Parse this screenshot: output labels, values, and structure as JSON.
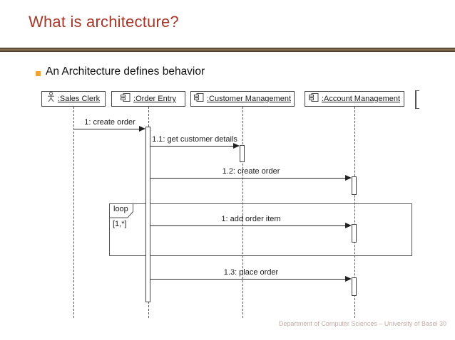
{
  "slide": {
    "title": "What is architecture?",
    "bullet": "An Architecture defines behavior",
    "footer": {
      "text": "Department of Computer Sciences – University of Basel",
      "page": "30"
    }
  },
  "colors": {
    "title": "#a43828",
    "divider": "#6e5a3e",
    "bullet_square": "#efa437",
    "footer_text": "#c3aba7",
    "diagram_stroke": "#4a4a4a"
  },
  "diagram": {
    "type": "uml-sequence",
    "participants": [
      {
        "label": ":Sales Clerk",
        "icon": "actor-icon"
      },
      {
        "label": ":Order Entry",
        "icon": "component-icon"
      },
      {
        "label": ":Customer Management",
        "icon": "component-icon"
      },
      {
        "label": ":Account Management",
        "icon": "component-icon"
      }
    ],
    "messages": [
      {
        "label": "1: create order",
        "from": ":Sales Clerk",
        "to": ":Order Entry"
      },
      {
        "label": "1.1: get customer details",
        "from": ":Order Entry",
        "to": ":Customer Management"
      },
      {
        "label": "1.2: create order",
        "from": ":Order Entry",
        "to": ":Account Management"
      },
      {
        "label": "1: add order item",
        "from": ":Order Entry",
        "to": ":Account Management",
        "inside_fragment": true
      },
      {
        "label": "1.3: place order",
        "from": ":Order Entry",
        "to": ":Account Management"
      }
    ],
    "fragment": {
      "operator": "loop",
      "guard": "[1,*]"
    }
  }
}
